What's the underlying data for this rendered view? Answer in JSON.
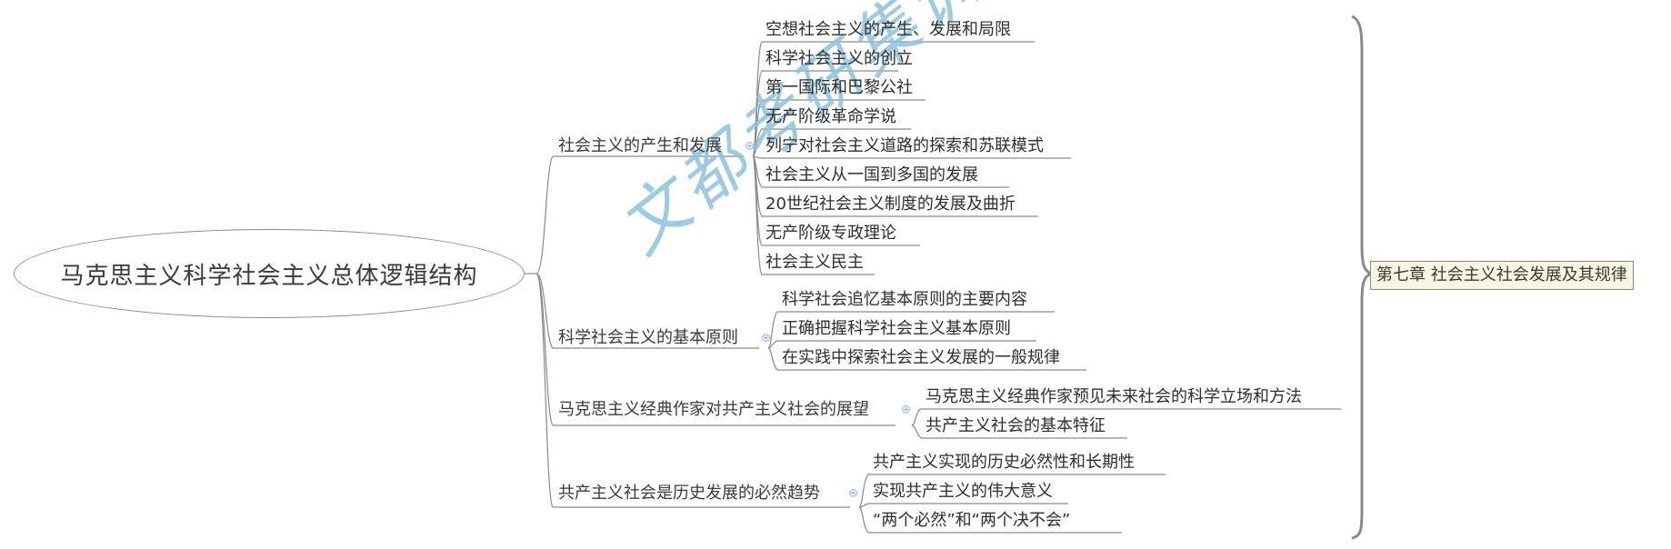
{
  "root": {
    "label": "马克思主义科学社会主义总体逻辑结构"
  },
  "chapter": {
    "label": "第七章  社会主义社会发展及其规律"
  },
  "watermark": {
    "text": "文都考研集训营",
    "color": "#8ec3dd"
  },
  "branches": [
    {
      "label": "社会主义的产生和发展",
      "children": [
        "空想社会主义的产生、发展和局限",
        "科学社会主义的创立",
        "第一国际和巴黎公社",
        "无产阶级革命学说",
        "列宁对社会主义道路的探索和苏联模式",
        "社会主义从一国到多国的发展",
        "20世纪社会主义制度的发展及曲折",
        "无产阶级专政理论",
        "社会主义民主"
      ]
    },
    {
      "label": "科学社会主义的基本原则",
      "children": [
        "科学社会追忆基本原则的主要内容",
        "正确把握科学社会主义基本原则",
        "在实践中探索社会主义发展的一般规律"
      ]
    },
    {
      "label": "马克思主义经典作家对共产主义社会的展望",
      "children": [
        "马克思主义经典作家预见未来社会的科学立场和方法",
        "共产主义社会的基本特征"
      ]
    },
    {
      "label": "共产主义社会是历史发展的必然趋势",
      "children": [
        "共产主义实现的历史必然性和长期性",
        "实现共产主义的伟大意义",
        "“两个必然”和“两个决不会”"
      ]
    }
  ],
  "colors": {
    "line": "#8a8a8a",
    "chapter_bg": "#f6f6e4",
    "toggle": "#dde7f3"
  }
}
